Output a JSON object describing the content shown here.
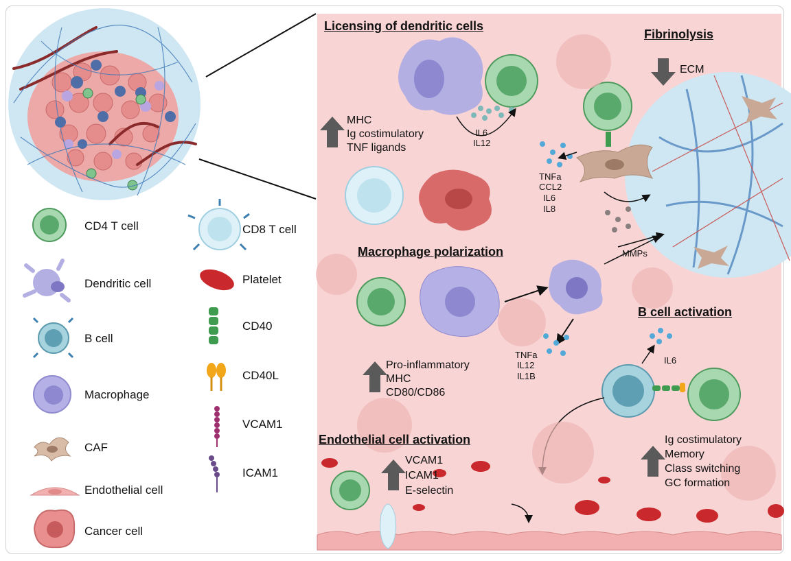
{
  "colors": {
    "panel": "#f8d4d4",
    "cd4": "#8cc79a",
    "cd8": "#cfe8f2",
    "dendritic": "#b4afe3",
    "bcell": "#7fb8c9",
    "macrophage": "#a7a3dc",
    "caf": "#c9a995",
    "endothelial": "#f0a9a9",
    "cancer": "#e07a7a",
    "platelet": "#c9282c",
    "cd40": "#3e9b4f",
    "cd40l": "#f2a61a",
    "vcam1": "#a0306e",
    "icam1": "#6a4b8a",
    "arrow_up": "#5a5a5a"
  },
  "legend": {
    "cd4": "CD4 T cell",
    "cd8": "CD8 T cell",
    "dendritic": "Dendritic cell",
    "platelet": "Platelet",
    "bcell": "B cell",
    "cd40": "CD40",
    "cd40l": "CD40L",
    "macrophage": "Macrophage",
    "vcam1": "VCAM1",
    "caf": "CAF",
    "icam1": "ICAM1",
    "endothelial": "Endothelial cell",
    "cancer": "Cancer cell"
  },
  "sections": {
    "licensing": {
      "title": "Licensing of dendritic cells",
      "up": [
        "MHC",
        "Ig costimulatory",
        "TNF ligands"
      ],
      "cytokines": [
        "IL6",
        "IL12"
      ]
    },
    "fibrinolysis": {
      "title": "Fibrinolysis",
      "down": "ECM",
      "cytokines": [
        "TNFa",
        "CCL2",
        "IL6",
        "IL8"
      ],
      "mmps": "MMPs"
    },
    "macrophage": {
      "title": "Macrophage polarization",
      "up": [
        "Pro-inflammatory",
        "MHC",
        "CD80/CD86"
      ],
      "cytokines": [
        "TNFa",
        "IL12",
        "IL1B"
      ]
    },
    "bcell": {
      "title": "B cell activation",
      "cytokine": "IL6",
      "up": [
        "Ig costimulatory",
        "Memory",
        "Class switching",
        "GC formation"
      ]
    },
    "endothelial": {
      "title": "Endothelial cell activation",
      "up": [
        "VCAM1",
        "ICAM1",
        "E-selectin"
      ]
    }
  }
}
